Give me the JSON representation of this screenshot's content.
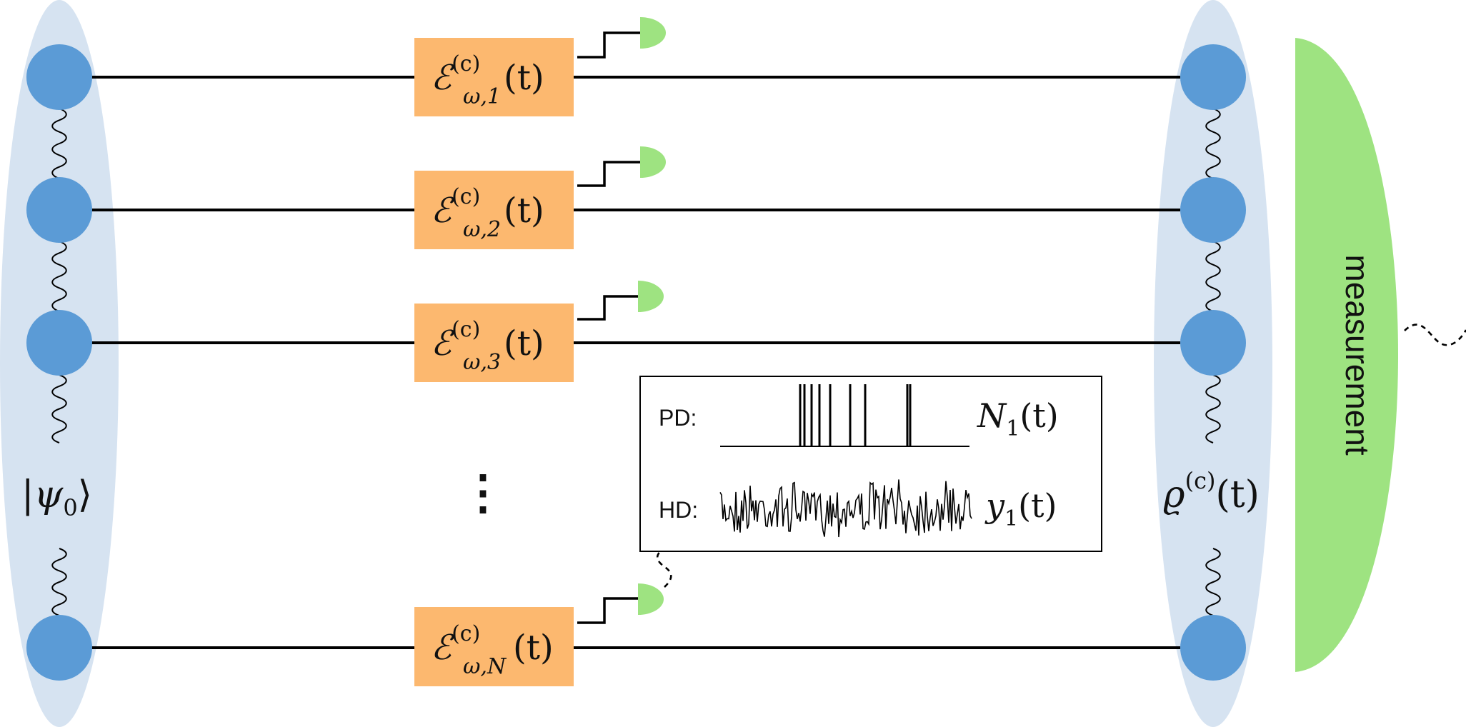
{
  "colors": {
    "ellipse": "#d6e3f1",
    "node": "#5b9bd6",
    "box": "#fcb86f",
    "detector": "#9ee381",
    "line": "#000000"
  },
  "initial_state": {
    "ket_open": "|",
    "psi": "ψ",
    "sub": "0",
    "ket_close": "⟩"
  },
  "final_state": {
    "rho": "ϱ",
    "sup": "(c)",
    "arg": "(t)"
  },
  "channels": [
    {
      "symbol": "ℰ",
      "sup": "(c)",
      "sub": "ω,1",
      "arg": "(t)"
    },
    {
      "symbol": "ℰ",
      "sup": "(c)",
      "sub": "ω,2",
      "arg": "(t)"
    },
    {
      "symbol": "ℰ",
      "sup": "(c)",
      "sub": "ω,3",
      "arg": "(t)"
    },
    {
      "symbol": "ℰ",
      "sup": "(c)",
      "sub": "ω,N",
      "arg": "(t)"
    }
  ],
  "ellipsis": "⋮",
  "measurement_label": "measurement",
  "inset": {
    "pd_label": "PD:",
    "hd_label": "HD:",
    "pd_signal": {
      "var": "N",
      "sub": "1",
      "arg": "(t)"
    },
    "hd_signal": {
      "var": "y",
      "sub": "1",
      "arg": "(t)"
    }
  }
}
